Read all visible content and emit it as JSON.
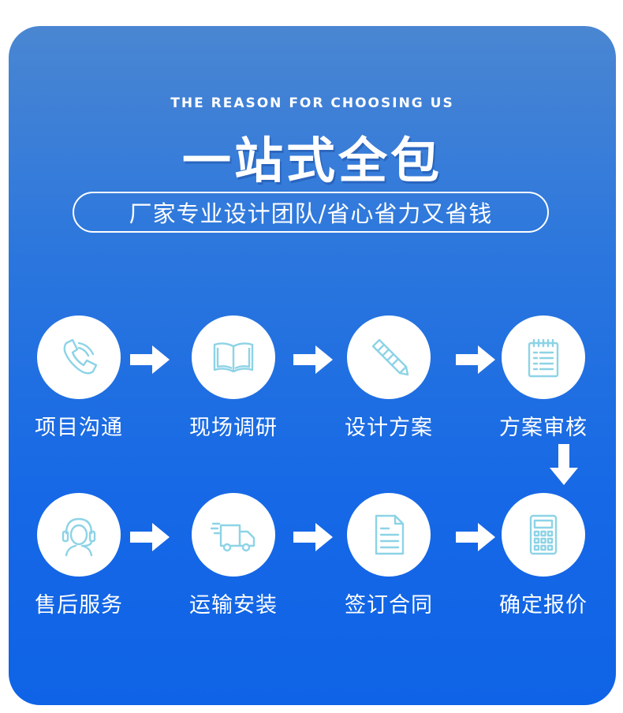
{
  "header": {
    "subtitle_en": "THE REASON FOR CHOOSING US",
    "title": "一站式全包",
    "tagline": "厂家专业设计团队/省心省力又省钱"
  },
  "colors": {
    "background_top": "#4a86d2",
    "background_bottom": "#0f63e6",
    "icon_color": "#8dd3e6",
    "text": "#ffffff"
  },
  "steps": [
    {
      "label": "项目沟通",
      "icon": "phone-icon"
    },
    {
      "label": "现场调研",
      "icon": "open-book-icon"
    },
    {
      "label": "设计方案",
      "icon": "pencil-icon"
    },
    {
      "label": "方案审核",
      "icon": "notepad-icon"
    },
    {
      "label": "确定报价",
      "icon": "calculator-icon"
    },
    {
      "label": "签订合同",
      "icon": "document-icon"
    },
    {
      "label": "运输安装",
      "icon": "delivery-truck-icon"
    },
    {
      "label": "售后服务",
      "icon": "customer-service-icon"
    }
  ]
}
